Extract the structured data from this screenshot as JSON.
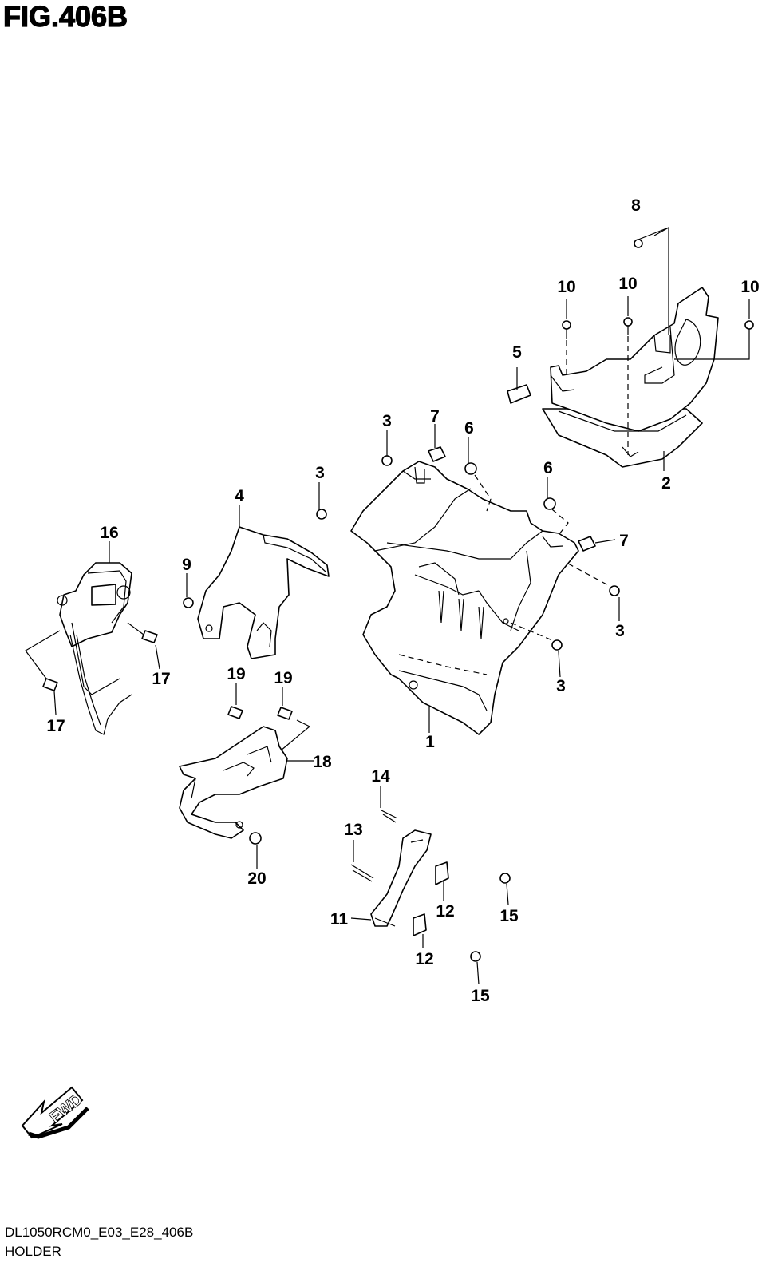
{
  "figure": {
    "title": "FIG.406B",
    "code": "DL1050RCM0_E03_E28_406B",
    "name": "HOLDER"
  },
  "fwd_arrow": {
    "label": "FWD"
  },
  "callouts": [
    {
      "id": "c8",
      "number": "8"
    },
    {
      "id": "c10a",
      "number": "10"
    },
    {
      "id": "c10b",
      "number": "10"
    },
    {
      "id": "c10c",
      "number": "10"
    },
    {
      "id": "c5",
      "number": "5"
    },
    {
      "id": "c2",
      "number": "2"
    },
    {
      "id": "c3a",
      "number": "3"
    },
    {
      "id": "c7a",
      "number": "7"
    },
    {
      "id": "c6a",
      "number": "6"
    },
    {
      "id": "c6b",
      "number": "6"
    },
    {
      "id": "c3b",
      "number": "3"
    },
    {
      "id": "c4",
      "number": "4"
    },
    {
      "id": "c7b",
      "number": "7"
    },
    {
      "id": "c16",
      "number": "16"
    },
    {
      "id": "c9",
      "number": "9"
    },
    {
      "id": "c3c",
      "number": "3"
    },
    {
      "id": "c3d",
      "number": "3"
    },
    {
      "id": "c17a",
      "number": "17"
    },
    {
      "id": "c17b",
      "number": "17"
    },
    {
      "id": "c1",
      "number": "1"
    },
    {
      "id": "c19a",
      "number": "19"
    },
    {
      "id": "c19b",
      "number": "19"
    },
    {
      "id": "c18",
      "number": "18"
    },
    {
      "id": "c14",
      "number": "14"
    },
    {
      "id": "c13",
      "number": "13"
    },
    {
      "id": "c20",
      "number": "20"
    },
    {
      "id": "c12a",
      "number": "12"
    },
    {
      "id": "c15a",
      "number": "15"
    },
    {
      "id": "c11",
      "number": "11"
    },
    {
      "id": "c12b",
      "number": "12"
    },
    {
      "id": "c15b",
      "number": "15"
    }
  ]
}
